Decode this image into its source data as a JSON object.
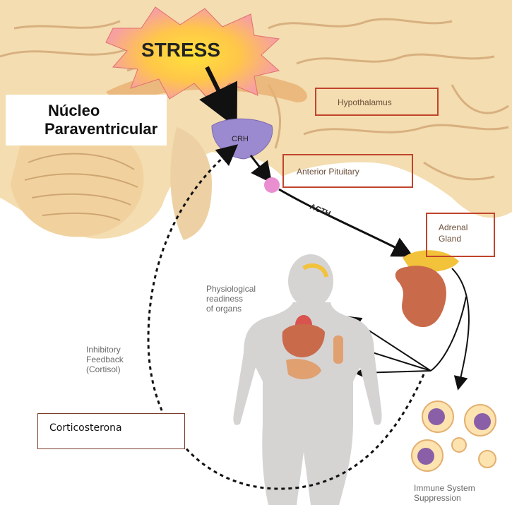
{
  "stress": "STRESS",
  "crh": "CRH",
  "acth": "ACTH",
  "nucleo_line1": "Núcleo",
  "nucleo_line2": "Paraventricular",
  "hypothalamus": "Hypothalamus",
  "anterior_pituitary": "Anterior Pituitary",
  "adrenal_line1": "Adrenal",
  "adrenal_line2": "Gland",
  "physiological_line1": "Physiological",
  "physiological_line2": "readiness",
  "physiological_line3": "of organs",
  "inhibitory_line1": "Inhibitory",
  "inhibitory_line2": "Feedback",
  "inhibitory_line3": "(Cortisol)",
  "corticosterona": "Corticosterona",
  "immune_line1": "Immune System",
  "immune_line2": "Suppression",
  "colors": {
    "brain": "#f4ddb0",
    "brain_fold": "#d8b080",
    "stress_burst": "#f7a0a0",
    "stress_core": "#ffe23a",
    "crh_gland": "#9c8ad0",
    "pituitary": "#e98fd0",
    "adrenal": "#c96a4a",
    "adrenal_cap": "#f2c23a",
    "box_border": "#c0442c",
    "body": "#d6d3d3"
  }
}
